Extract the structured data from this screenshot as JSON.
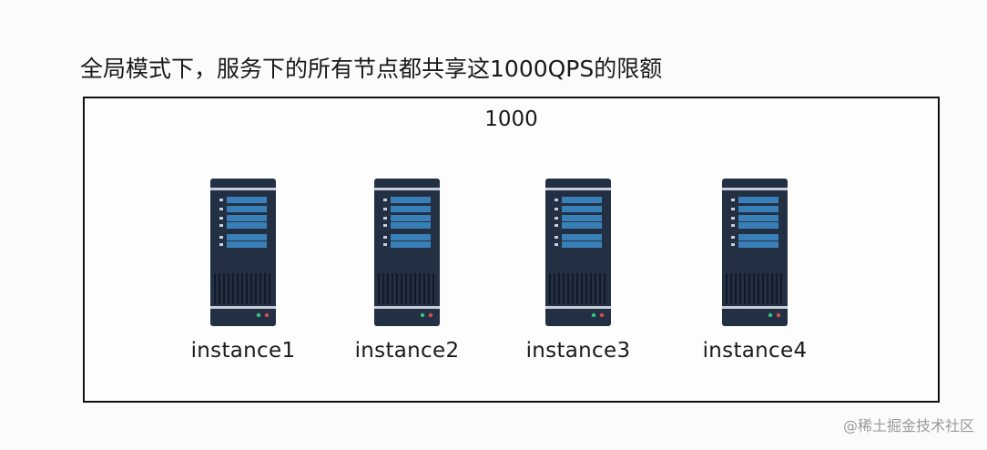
{
  "diagram": {
    "heading": "全局模式下，服务下的所有节点都共享这1000QPS的限额",
    "quota_label": "1000",
    "instances": [
      {
        "label": "instance1"
      },
      {
        "label": "instance2"
      },
      {
        "label": "instance3"
      },
      {
        "label": "instance4"
      }
    ]
  },
  "watermark": "@稀土掘金技术社区",
  "colors": {
    "server_body": "#233044",
    "server_screen": "#3a80b8",
    "led_green": "#3dbf86",
    "led_red": "#d64a4a",
    "border": "#111111"
  }
}
